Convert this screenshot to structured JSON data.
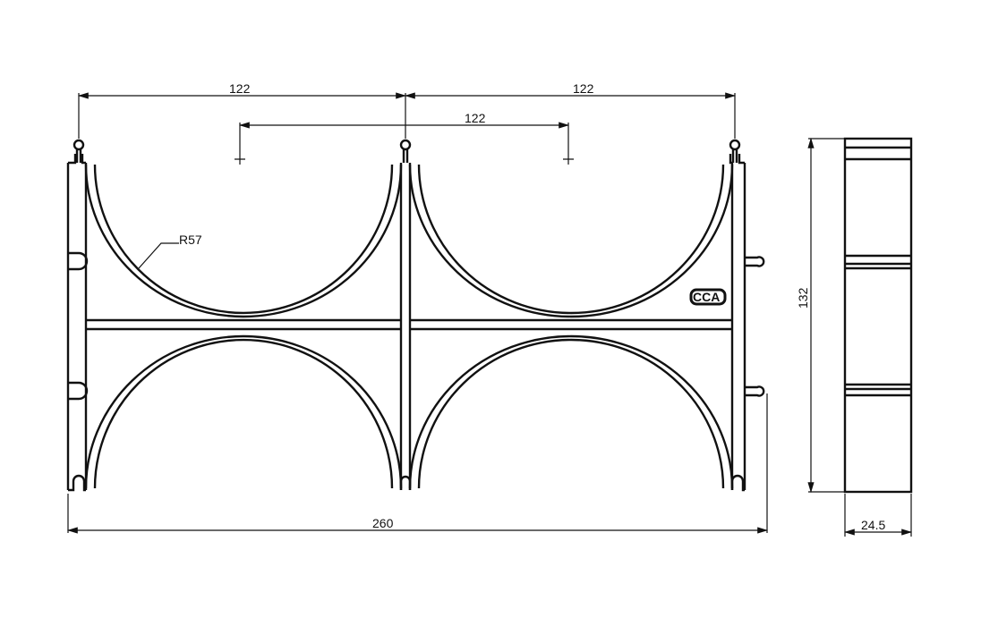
{
  "dimensions": {
    "top_left_spacing": "122",
    "top_right_spacing": "122",
    "center_spacing": "122",
    "radius": "R57",
    "overall_width": "260",
    "height": "132",
    "thickness": "24.5"
  },
  "logo": {
    "text": "CCA"
  },
  "colors": {
    "line": "#111111",
    "background": "#ffffff"
  }
}
